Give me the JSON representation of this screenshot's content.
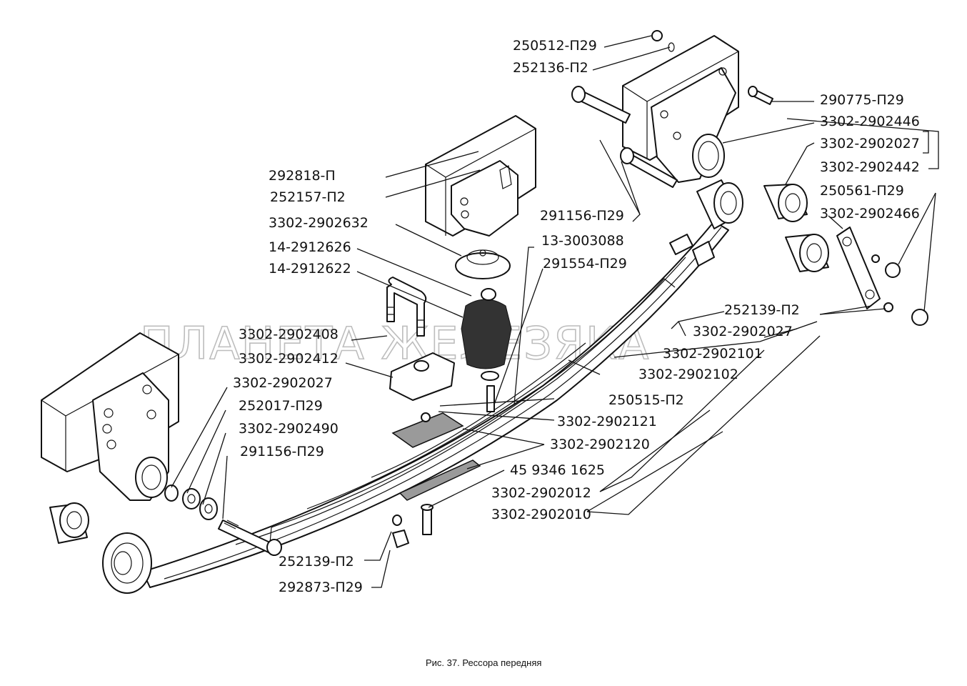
{
  "watermark": "ПЛАНЕТА ЖЕЛЕЗЯКА",
  "caption": "Рис. 37. Рессора передняя",
  "labels": {
    "l01": "250512-П29",
    "l02": "252136-П2",
    "l03": "290775-П29",
    "l04": "3302-2902446",
    "l05": "3302-2902027",
    "l06": "3302-2902442",
    "l07": "250561-П29",
    "l08": "3302-2902466",
    "l09": "292818-П",
    "l10": "252157-П2",
    "l11": "3302-2902632",
    "l12": "14-2912626",
    "l13": "14-2912622",
    "l14": "13-3003088",
    "l15": "291554-П29",
    "l16": "291156-П29",
    "l17": "252139-П2",
    "l18": "3302-2902027",
    "l19": "3302-2902101",
    "l20": "3302-2902408",
    "l21": "3302-2902412",
    "l22": "3302-2902102",
    "l23": "3302-2902027",
    "l24": "250515-П2",
    "l25": "252017-П29",
    "l26": "3302-2902121",
    "l27": "3302-2902490",
    "l28": "3302-2902120",
    "l29": "291156-П29",
    "l30": "45 9346 1625",
    "l31": "3302-2902012",
    "l32": "3302-2902010",
    "l33": "252139-П2",
    "l34": "292873-П29"
  }
}
